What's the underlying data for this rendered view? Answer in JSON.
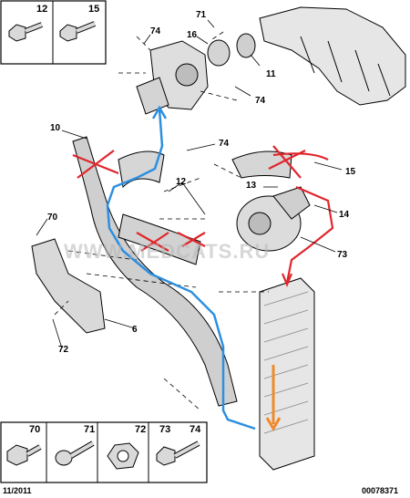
{
  "top_box": {
    "left_num": "12",
    "right_num": "15"
  },
  "bottom_box": {
    "nums": [
      "70",
      "71",
      "72",
      "73",
      "74"
    ]
  },
  "callouts": {
    "c71": "71",
    "c74a": "74",
    "c16": "16",
    "c11": "11",
    "c74b": "74",
    "c10": "10",
    "c74c": "74",
    "c15": "15",
    "c12": "12",
    "c13": "13",
    "c14": "14",
    "c70": "70",
    "c73": "73",
    "c6": "6",
    "c72": "72"
  },
  "footer": {
    "date": "11/2011",
    "ref": "00078371"
  },
  "watermark": "WWW.MEDCATS.RU",
  "colors": {
    "line": "#000000",
    "pipe": "#cfcfcf",
    "marker_red": "#e0262c",
    "route_blue": "#2d8fe0",
    "flow_orange": "#f08a2c"
  }
}
